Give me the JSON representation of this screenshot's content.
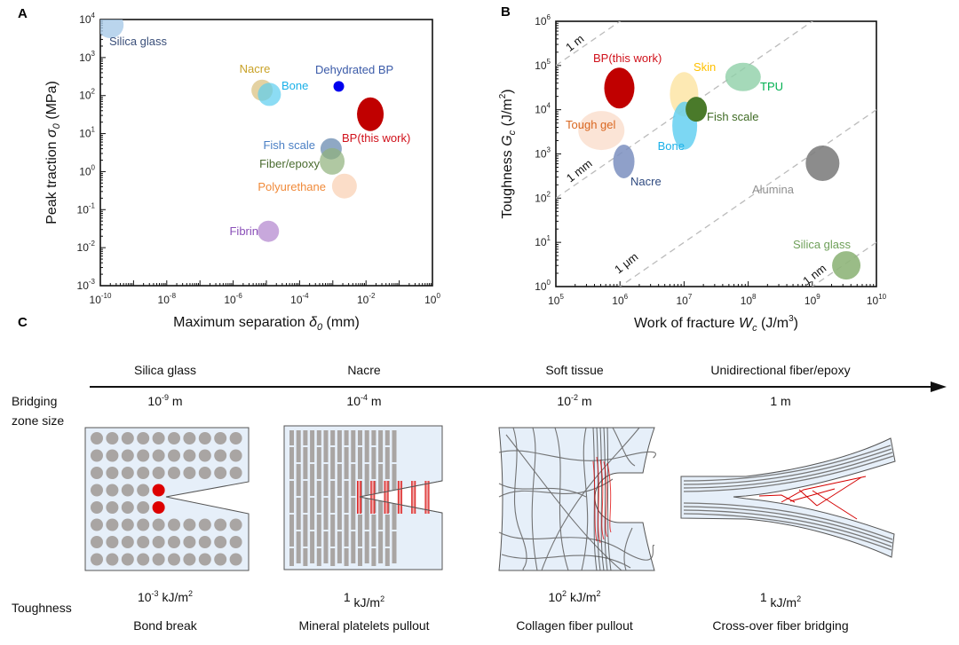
{
  "panel_labels": {
    "a": "A",
    "b": "B",
    "c": "C"
  },
  "chart_data": [
    {
      "panel": "A",
      "type": "scatter",
      "xscale": "log",
      "yscale": "log",
      "xlabel": {
        "main": "Maximum separation ",
        "sym": "δ",
        "sub": "0",
        "unit": " (mm)"
      },
      "ylabel": {
        "main": "Peak traction ",
        "sym": "σ",
        "sub": "0",
        "unit": " (MPa)"
      },
      "xlim_exp": [
        -10,
        0
      ],
      "ylim_exp": [
        -3,
        4
      ],
      "xticks": [
        {
          "base": "10",
          "exp": "-10"
        },
        {
          "base": "10",
          "exp": "-8"
        },
        {
          "base": "10",
          "exp": "-6"
        },
        {
          "base": "10",
          "exp": "-4"
        },
        {
          "base": "10",
          "exp": "-2"
        },
        {
          "base": "10",
          "exp": "0"
        }
      ],
      "yticks": [
        {
          "base": "10",
          "exp": "-3"
        },
        {
          "base": "10",
          "exp": "-2"
        },
        {
          "base": "10",
          "exp": "-1"
        },
        {
          "base": "10",
          "exp": "0"
        },
        {
          "base": "10",
          "exp": "1"
        },
        {
          "base": "10",
          "exp": "2"
        },
        {
          "base": "10",
          "exp": "3"
        },
        {
          "base": "10",
          "exp": "4"
        }
      ],
      "grid": false,
      "points": [
        {
          "name": "Silica glass",
          "log_x": -9.7,
          "log_y": 3.86,
          "fill": "#a9cbe9",
          "label_color": "#3a4f7a"
        },
        {
          "name": "Nacre",
          "log_x": -5.13,
          "log_y": 2.14,
          "fill": "#d9bf7a",
          "label_color": "#c9a227"
        },
        {
          "name": "Bone",
          "log_x": -4.91,
          "log_y": 2.03,
          "fill": "#5bcdf0",
          "label_color": "#1ab0e8"
        },
        {
          "name": "Dehydrated BP",
          "log_x": -2.82,
          "log_y": 2.24,
          "fill": "#0000ee",
          "label_color": "#3a5aa8"
        },
        {
          "name": "BP(this work)",
          "log_x": -1.87,
          "log_y": 1.51,
          "fill": "#c00000",
          "label_color": "#d0101a"
        },
        {
          "name": "Fish scale",
          "log_x": -3.05,
          "log_y": 0.6,
          "fill": "#6a8bb0",
          "label_color": "#4a7fc4"
        },
        {
          "name": "Fiber/epoxy",
          "log_x": -3.02,
          "log_y": 0.27,
          "fill": "#8fb07a",
          "label_color": "#4a6b2f"
        },
        {
          "name": "Polyurethane",
          "log_x": -2.65,
          "log_y": -0.38,
          "fill": "#f9cfb0",
          "label_color": "#f08a3a"
        },
        {
          "name": "Fibrin",
          "log_x": -4.94,
          "log_y": -1.57,
          "fill": "#b58bd0",
          "label_color": "#8a4fb8"
        }
      ]
    },
    {
      "panel": "B",
      "type": "scatter",
      "xscale": "log",
      "yscale": "log",
      "xlabel": {
        "main": "Work of fracture ",
        "sym": "W",
        "sub": "c",
        "unit": " (J/m",
        "unit_sup": "3",
        "unit_end": ")"
      },
      "ylabel": {
        "main": "Toughness ",
        "sym": "G",
        "sub": "c",
        "unit": " (J/m",
        "unit_sup": "2",
        "unit_end": ")"
      },
      "xlim_exp": [
        5,
        10
      ],
      "ylim_exp": [
        0,
        6
      ],
      "xticks": [
        {
          "base": "10",
          "exp": "5"
        },
        {
          "base": "10",
          "exp": "6"
        },
        {
          "base": "10",
          "exp": "7"
        },
        {
          "base": "10",
          "exp": "8"
        },
        {
          "base": "10",
          "exp": "9"
        },
        {
          "base": "10",
          "exp": "10"
        }
      ],
      "yticks": [
        {
          "base": "10",
          "exp": "0"
        },
        {
          "base": "10",
          "exp": "1"
        },
        {
          "base": "10",
          "exp": "2"
        },
        {
          "base": "10",
          "exp": "3"
        },
        {
          "base": "10",
          "exp": "4"
        },
        {
          "base": "10",
          "exp": "5"
        },
        {
          "base": "10",
          "exp": "6"
        }
      ],
      "grid": false,
      "reference_lines": [
        {
          "label": "1 m",
          "length_exp": 0
        },
        {
          "label": "1 mm",
          "length_exp": -3
        },
        {
          "label": "1 μm",
          "length_exp": -6
        },
        {
          "label": "1 nm",
          "length_exp": -9
        }
      ],
      "points": [
        {
          "name": "BP(this work)",
          "log_x": 5.99,
          "log_y": 4.49,
          "fill": "#c00000",
          "label_color": "#d0101a"
        },
        {
          "name": "Skin",
          "log_x": 7.0,
          "log_y": 4.35,
          "fill": "#fde3a0",
          "label_color": "#ffc000"
        },
        {
          "name": "TPU",
          "log_x": 7.92,
          "log_y": 4.74,
          "fill": "#8fd0a8",
          "label_color": "#00b050"
        },
        {
          "name": "Bone",
          "log_x": 7.01,
          "log_y": 3.64,
          "fill": "#5bcdf0",
          "label_color": "#1ab0e8"
        },
        {
          "name": "Fish scale",
          "log_x": 7.19,
          "log_y": 4.01,
          "fill": "#4a7a2a",
          "label_color": "#3f6b24"
        },
        {
          "name": "Tough gel",
          "log_x": 5.71,
          "log_y": 3.53,
          "fill": "#fad9c4",
          "label_color": "#d9661f"
        },
        {
          "name": "Nacre",
          "log_x": 6.06,
          "log_y": 2.83,
          "fill": "#7b8fbf",
          "label_color": "#2f4a80"
        },
        {
          "name": "Alumina",
          "log_x": 9.16,
          "log_y": 2.79,
          "fill": "#808080",
          "label_color": "#909090"
        },
        {
          "name": "Silica glass",
          "log_x": 9.53,
          "log_y": 0.48,
          "fill": "#8fb57a",
          "label_color": "#6fa05a"
        }
      ]
    }
  ],
  "panel_c": {
    "row_labels": {
      "bridging_1": "Bridging",
      "bridging_2": "zone size",
      "toughness": "Toughness"
    },
    "columns": [
      {
        "material": "Silica glass",
        "size_base": "10",
        "size_exp": "-9",
        "size_unit": " m",
        "tough_base": "10",
        "tough_exp": "-3",
        "tough_unit": " kJ/m",
        "tough_unit_sup": "2",
        "mechanism": "Bond break"
      },
      {
        "material": "Nacre",
        "size_base": "10",
        "size_exp": "-4",
        "size_unit": "  m",
        "tough_base": "1",
        "tough_exp": "",
        "tough_unit": " kJ/m",
        "tough_unit_sup": "2",
        "mechanism": "Mineral platelets pullout"
      },
      {
        "material": "Soft tissue",
        "size_base": "10",
        "size_exp": "-2",
        "size_unit": " m",
        "tough_base": "10",
        "tough_exp": "2",
        "tough_unit": " kJ/m",
        "tough_unit_sup": "2",
        "mechanism": "Collagen fiber pullout"
      },
      {
        "material": "Unidirectional fiber/epoxy",
        "size_base": "1 m",
        "size_exp": "",
        "size_unit": "",
        "tough_base": "1",
        "tough_exp": "",
        "tough_unit": " kJ/m",
        "tough_unit_sup": "2",
        "mechanism": "Cross-over fiber bridging"
      }
    ],
    "colors": {
      "matrix": "#e6eff9",
      "particle": "#a9a5a3",
      "bridge": "#dd0000"
    }
  }
}
